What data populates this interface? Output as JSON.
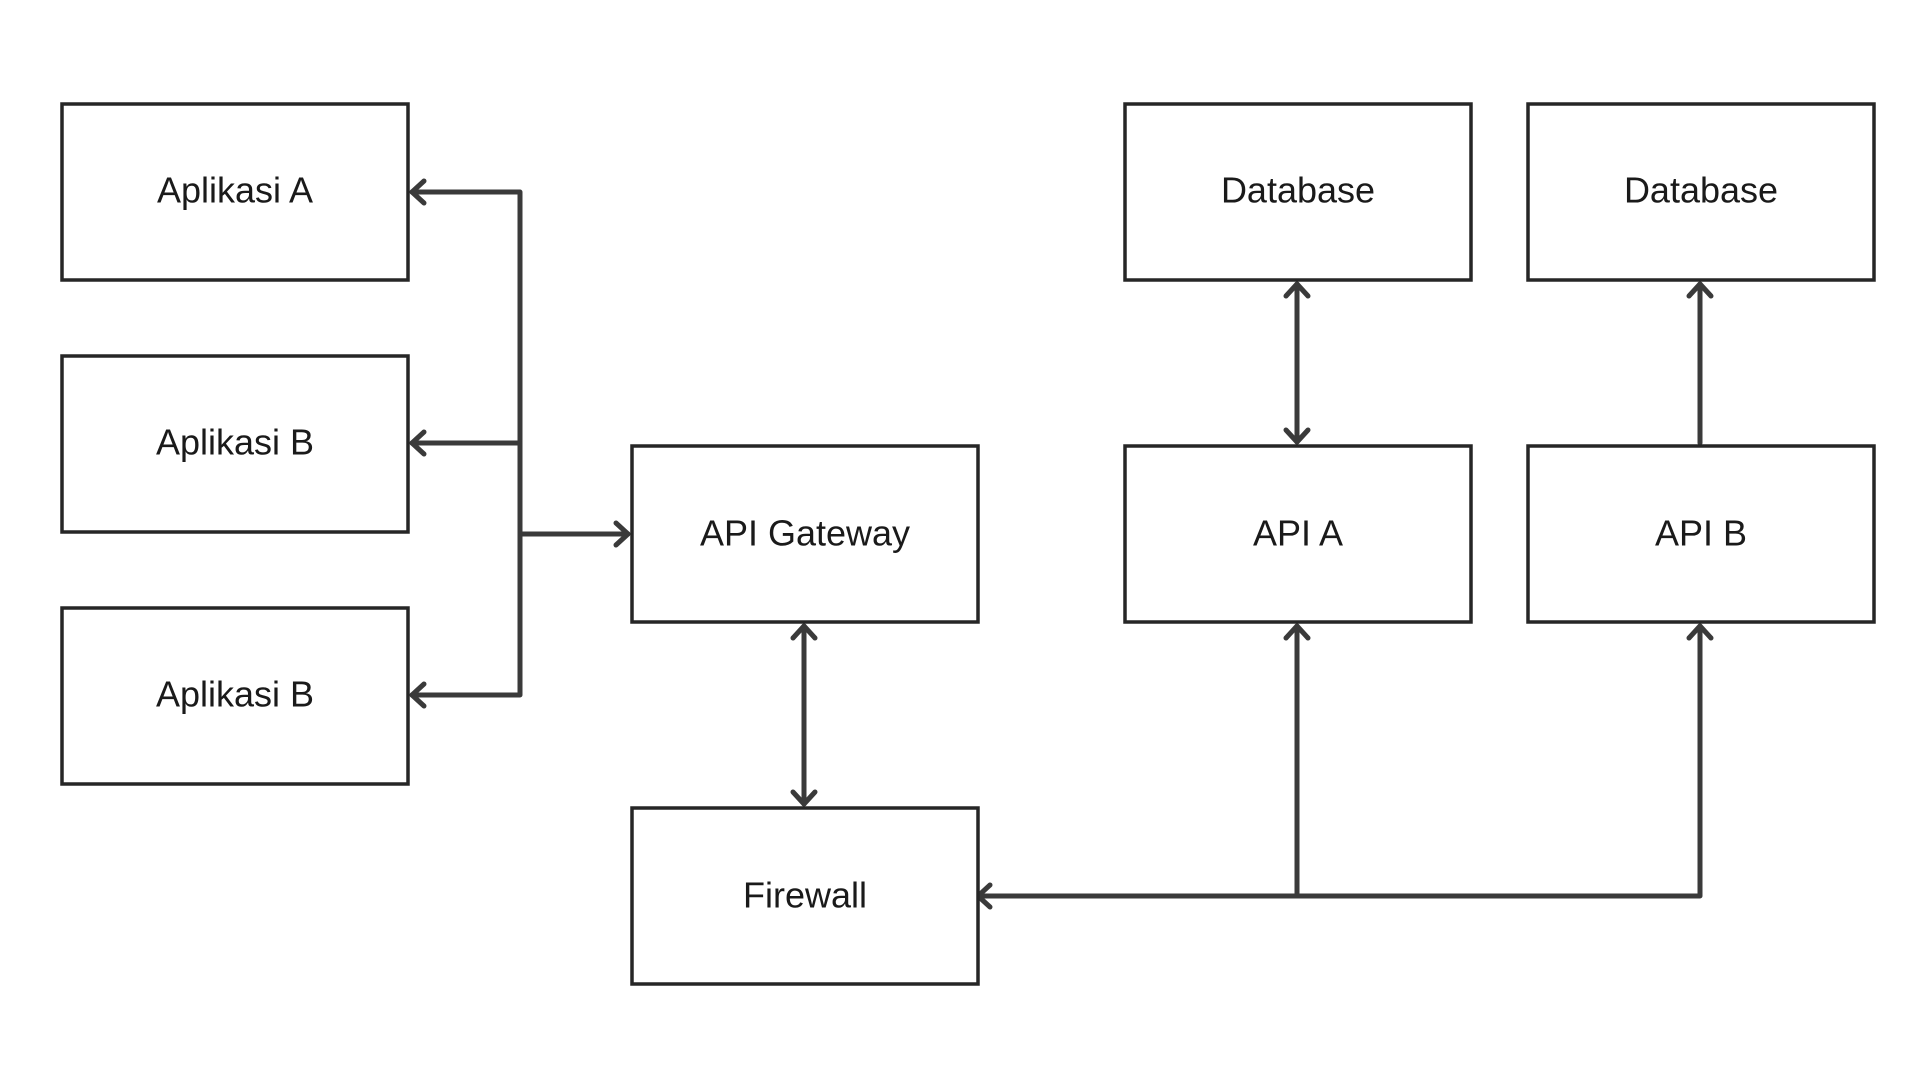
{
  "nodes": {
    "aplikasi_a": "Aplikasi A",
    "aplikasi_b_1": "Aplikasi B",
    "aplikasi_b_2": "Aplikasi B",
    "api_gateway": "API Gateway",
    "firewall": "Firewall",
    "database_1": "Database",
    "database_2": "Database",
    "api_a": "API A",
    "api_b": "API B"
  },
  "edges": [
    {
      "from": "api_gateway",
      "to": "aplikasi_a",
      "direction": "both"
    },
    {
      "from": "api_gateway",
      "to": "aplikasi_b_1",
      "direction": "both"
    },
    {
      "from": "api_gateway",
      "to": "aplikasi_b_2",
      "direction": "both"
    },
    {
      "from": "api_gateway",
      "to": "firewall",
      "direction": "both"
    },
    {
      "from": "api_a",
      "to": "database_1",
      "direction": "both"
    },
    {
      "from": "api_b",
      "to": "database_2",
      "direction": "forward"
    },
    {
      "from": "firewall",
      "to": "api_a",
      "direction": "both"
    },
    {
      "from": "firewall",
      "to": "api_b",
      "direction": "both"
    }
  ],
  "colors": {
    "stroke": "#262626",
    "edge": "#3a3a3a",
    "text": "#1a1a1a",
    "background": "#ffffff"
  }
}
